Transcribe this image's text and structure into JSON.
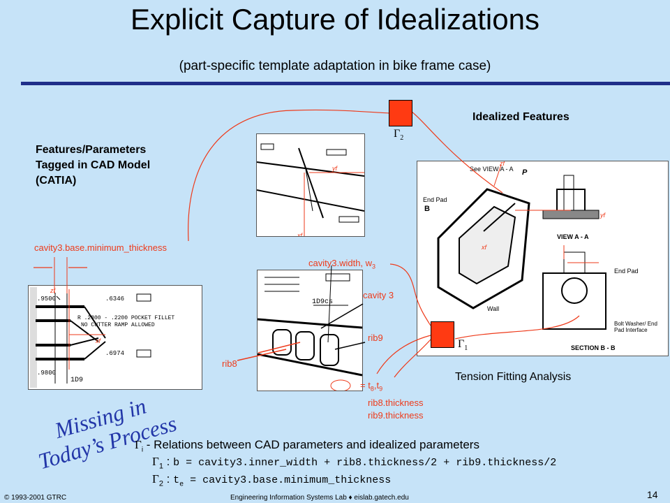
{
  "slide": {
    "title": "Explicit Capture of Idealizations",
    "subtitle": "(part-specific template adaptation in bike frame case)",
    "page_number": "14"
  },
  "labels": {
    "idealized_features": "Idealized Features",
    "features_tagged_line1": "Features/Parameters",
    "features_tagged_line2": "Tagged in CAD Model",
    "features_tagged_line3": "(CATIA)",
    "tension_fitting": "Tension Fitting Analysis",
    "missing_line1": "Missing in",
    "missing_line2": "Today’s Process"
  },
  "annotations": {
    "cavity_base_min": "cavity3.base.minimum_thickness",
    "cavity_width": "cavity3.width, w",
    "cavity_width_sub": "3",
    "cavity3": "cavity 3",
    "rib9": "rib9",
    "rib8": "rib8",
    "rib8_thickness": "rib8.thickness",
    "rib9_thickness": "rib9.thickness",
    "t_prefix": "= t",
    "t_sub8": "8",
    "t_mid": ",t",
    "t_sub9": "9"
  },
  "gammas": {
    "g2": "Γ",
    "g2_sub": "2",
    "g1": "Γ",
    "g1_sub": "1"
  },
  "relations": {
    "intro_symbol": "Γ",
    "intro_sub": "i",
    "intro_text": " - Relations between CAD parameters and idealized parameters",
    "r1_symbol": "Γ",
    "r1_sub": "1",
    "r1_colon": " : ",
    "r1_text": "b = cavity3.inner_width + rib8.thickness/2 + rib9.thickness/2",
    "r2_symbol": "Γ",
    "r2_sub": "2",
    "r2_colon": " : ",
    "r2_text_a": "t",
    "r2_text_sub": "e",
    "r2_text_b": " = cavity3.base.minimum_thickness"
  },
  "footer": {
    "left": "© 1993-2001  GTRC",
    "center": "Engineering Information Systems Lab ♦ eislab.gatech.edu"
  },
  "drawing_text": {
    "p1_a": ".9500",
    "p1_b": ".6346",
    "p1_c": "R .2800 - .2200 POCKET FILLET",
    "p1_d": "NO CUTTER RAMP ALLOWED",
    "p1_e": ".9800",
    "p1_f": ".6974",
    "p1_g": "1D9",
    "p1_h": "zf",
    "p1_i": "xf",
    "p2_a": "yf",
    "p2_b": "xf",
    "p3_a": "1D9cs",
    "p4_a": "See VIEW A - A",
    "p4_b": "End Pad",
    "p4_c": "VIEW A - A",
    "p4_d": "SECTION B - B",
    "p4_e": "Wall",
    "p4_f": "End Pad",
    "p4_g": "Bolt Washer/ End Pad Interface",
    "p4_h": "zf",
    "p4_i": "xf",
    "p4_j": "yf",
    "p4_k": "B",
    "p4_l": "P"
  },
  "colors": {
    "background": "#c6e3f8",
    "title_rule": "#1f2f8a",
    "annotation_red": "#ee3a1a",
    "gamma_box": "#ff3a12",
    "missing_blue": "#2236a8"
  }
}
